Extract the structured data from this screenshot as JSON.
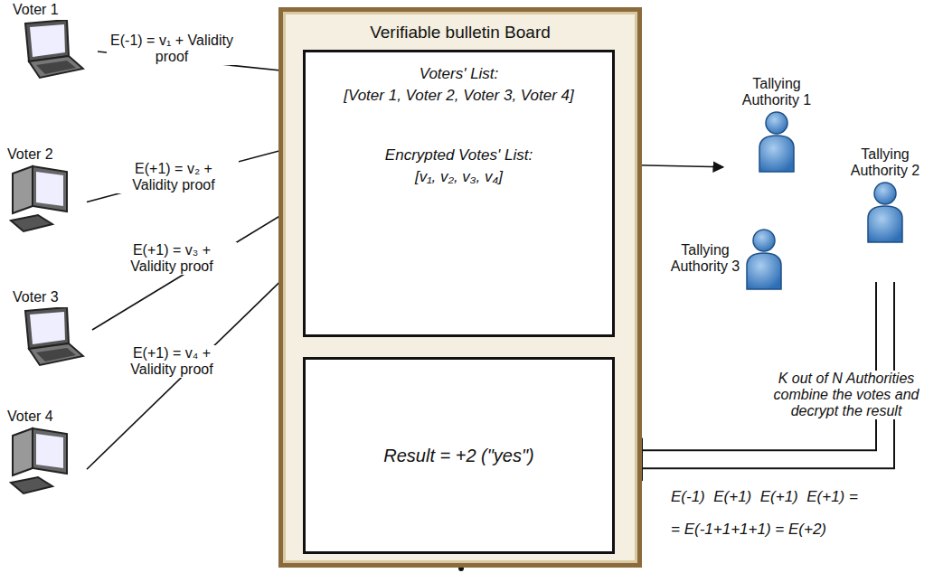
{
  "diagram": {
    "nodes": [
      {
        "text": [
          "Verifiable bulletin Board"
        ]
      },
      {
        "text": [
          "Voters' List:",
          "[Voter 1, Voter 2, Voter 3, Voter 4]",
          "Encrypted Votes' List:",
          "[v₁, v₂, v₃, v₄]"
        ],
        "in": 0
      },
      {
        "text": [
          "Result = +2 (\"yes\")"
        ],
        "in": 0
      },
      {
        "text": [
          "Voter 1"
        ]
      },
      {
        "text": [
          "Voter 2"
        ]
      },
      {
        "text": [
          "Voter 3"
        ]
      },
      {
        "text": [
          "Voter 4"
        ]
      },
      {
        "text": [
          "Tallying Authority 1"
        ]
      },
      {
        "text": [
          "Tallying Authority 2"
        ]
      },
      {
        "text": [
          "Tallying Authority 3"
        ]
      }
    ],
    "edges": [
      {
        "from": 3,
        "to": 1,
        "label": "E(-1) = v₁ + Validity proof",
        "arrow": "to"
      },
      {
        "from": 4,
        "to": 1,
        "label": "E(+1) = v₂ + Validity proof",
        "arrow": "to"
      },
      {
        "from": 5,
        "to": 1,
        "label": "E(+1) = v₃ + Validity proof",
        "arrow": "to"
      },
      {
        "from": 6,
        "to": 1,
        "label": "E(+1) = v₄ + Validity proof",
        "arrow": "to"
      },
      {
        "from": 1,
        "to": 7,
        "arrow": "to"
      },
      {
        "from": 8,
        "to": 2,
        "label": "K out of N Authorities combine the votes and decrypt the result",
        "arrow": "to"
      }
    ],
    "labels": [
      "E(-1)  E(+1)  E(+1)  E(+1) =",
      "= E(-1+1+1+1) = E(+2)"
    ]
  }
}
